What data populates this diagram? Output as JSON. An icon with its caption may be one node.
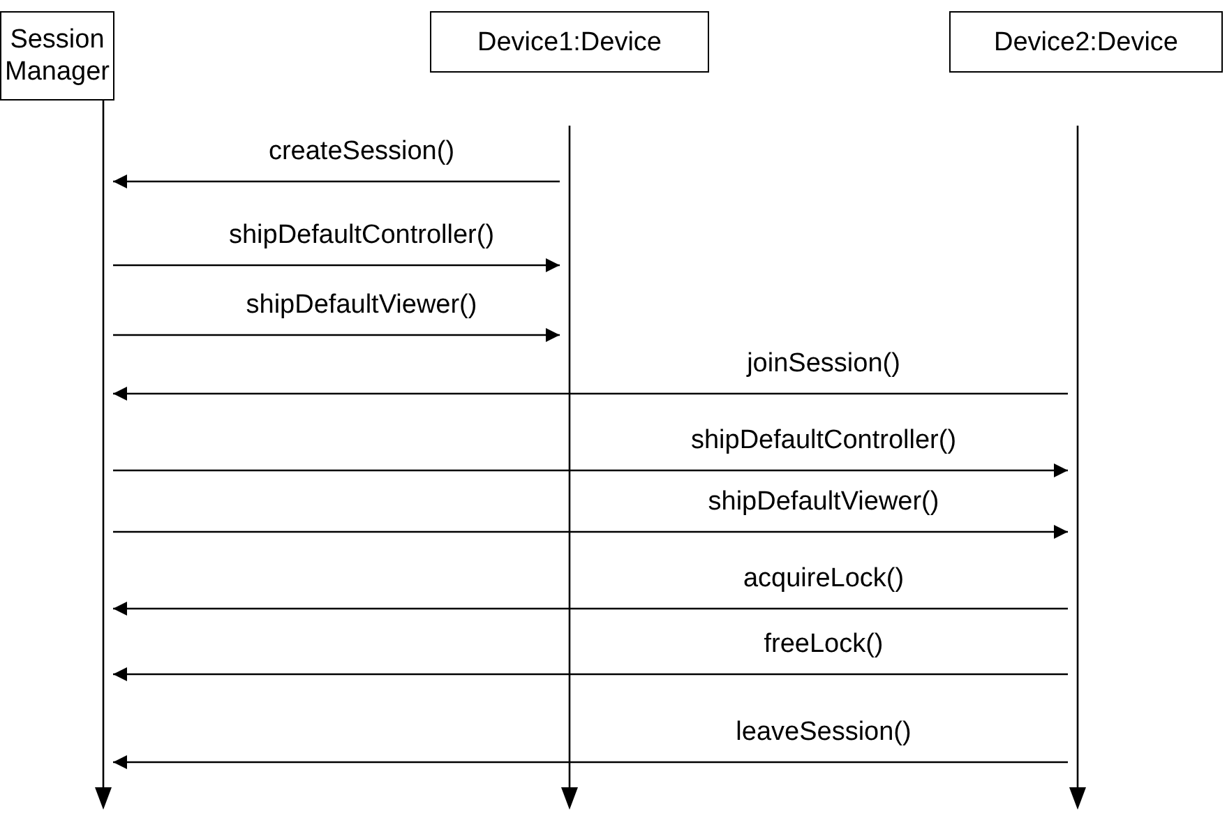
{
  "diagram": {
    "nodes": [
      {
        "text": [
          "Session Manager"
        ]
      },
      {
        "text": [
          "Device1:Device"
        ]
      },
      {
        "text": [
          "Device2:Device"
        ]
      },
      {
        "text": [],
        "shape": "line"
      },
      {
        "text": [],
        "shape": "line"
      },
      {
        "text": [],
        "shape": "line"
      }
    ],
    "edges": [
      {
        "from": 4,
        "to": 3,
        "arrow": "to",
        "label": "createSession()"
      },
      {
        "from": 3,
        "to": 4,
        "arrow": "to",
        "label": "shipDefaultController()"
      },
      {
        "from": 3,
        "to": 4,
        "arrow": "to",
        "label": "shipDefaultViewer()"
      },
      {
        "from": 5,
        "to": 3,
        "arrow": "to",
        "label": "joinSession()"
      },
      {
        "from": 3,
        "to": 5,
        "arrow": "to",
        "label": "shipDefaultController()"
      },
      {
        "from": 3,
        "to": 5,
        "arrow": "to",
        "label": "shipDefaultViewer()"
      },
      {
        "from": 5,
        "to": 3,
        "arrow": "to",
        "label": "acquireLock()"
      },
      {
        "from": 5,
        "to": 3,
        "arrow": "to",
        "label": "freeLock()"
      },
      {
        "from": 5,
        "to": 3,
        "arrow": "to",
        "label": "leaveSession()"
      }
    ]
  }
}
